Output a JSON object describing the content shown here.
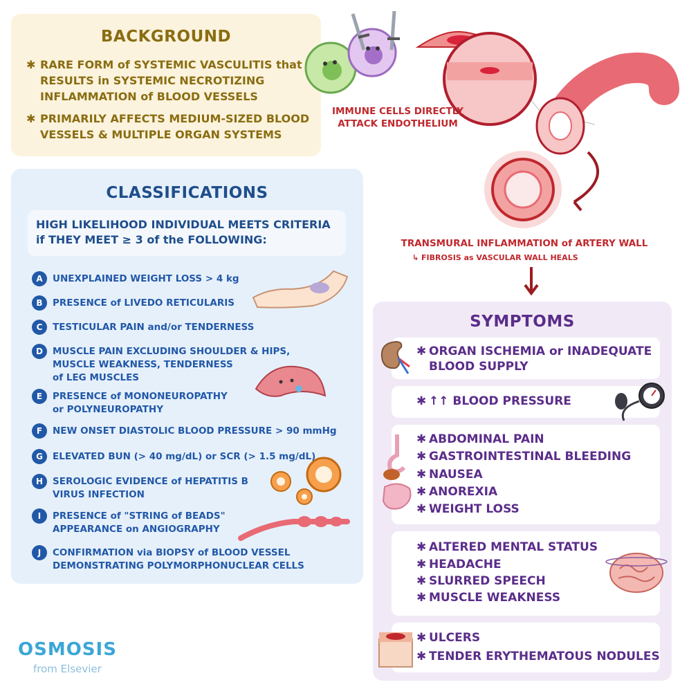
{
  "background": {
    "title": "BACKGROUND",
    "bullets": [
      "RARE FORM of SYSTEMIC VASCULITIS that RESULTS in SYSTEMIC NECROTIZING INFLAMMATION of BLOOD VESSELS",
      "PRIMARILY AFFECTS MEDIUM-SIZED BLOOD VESSELS & MULTIPLE ORGAN SYSTEMS"
    ]
  },
  "pathophysiology": {
    "immune_label": "IMMUNE CELLS DIRECTLY ATTACK ENDOTHELIUM",
    "transmural_label": "TRANSMURAL INFLAMMATION of ARTERY WALL",
    "fibrosis_label": "↳ FIBROSIS as VASCULAR WALL HEALS"
  },
  "classifications": {
    "title": "CLASSIFICATIONS",
    "intro_line1": "HIGH LIKELIHOOD INDIVIDUAL MEETS CRITERIA",
    "intro_line2": "if THEY MEET ≥ 3 of the FOLLOWING:",
    "criteria": [
      {
        "letter": "A",
        "line1": "UNEXPLAINED WEIGHT LOSS > 4 kg",
        "line2": "",
        "line3": ""
      },
      {
        "letter": "B",
        "line1": "PRESENCE of LIVEDO RETICULARIS",
        "line2": "",
        "line3": ""
      },
      {
        "letter": "C",
        "line1": "TESTICULAR PAIN and/or TENDERNESS",
        "line2": "",
        "line3": ""
      },
      {
        "letter": "D",
        "line1": "MUSCLE PAIN EXCLUDING SHOULDER & HIPS,",
        "line2": "MUSCLE  WEAKNESS, TENDERNESS",
        "line3": "of LEG MUSCLES"
      },
      {
        "letter": "E",
        "line1": "PRESENCE of MONONEUROPATHY",
        "line2": "or POLYNEUROPATHY",
        "line3": ""
      },
      {
        "letter": "F",
        "line1": "NEW ONSET DIASTOLIC BLOOD PRESSURE > 90 mmHg",
        "line2": "",
        "line3": ""
      },
      {
        "letter": "G",
        "line1": "ELEVATED BUN (> 40 mg/dL) or SCR (> 1.5 mg/dL)",
        "line2": "",
        "line3": ""
      },
      {
        "letter": "H",
        "line1": "SEROLOGIC EVIDENCE of HEPATITIS B",
        "line2": "VIRUS INFECTION",
        "line3": ""
      },
      {
        "letter": "I",
        "line1": "PRESENCE of \"STRING of BEADS\"",
        "line2": "APPEARANCE on ANGIOGRAPHY",
        "line3": ""
      },
      {
        "letter": "J",
        "line1": "CONFIRMATION via BIOPSY of BLOOD VESSEL",
        "line2": "DEMONSTRATING POLYMORPHONUCLEAR CELLS",
        "line3": ""
      }
    ]
  },
  "symptoms": {
    "title": "SYMPTOMS",
    "groups": [
      {
        "items": [
          "ORGAN ISCHEMIA or INADEQUATE",
          "BLOOD SUPPLY"
        ]
      },
      {
        "items": [
          "↑↑ BLOOD PRESSURE"
        ]
      },
      {
        "items": [
          "ABDOMINAL PAIN",
          "GASTROINTESTINAL BLEEDING",
          "NAUSEA",
          "ANOREXIA",
          "WEIGHT LOSS"
        ]
      },
      {
        "items": [
          "ALTERED MENTAL STATUS",
          "HEADACHE",
          "SLURRED SPEECH",
          "MUSCLE WEAKNESS"
        ]
      },
      {
        "items": [
          "ULCERS",
          "TENDER ERYTHEMATOUS NODULES"
        ]
      }
    ]
  },
  "logo": {
    "name": "OSMOSIS",
    "sub": "from Elsevier"
  },
  "colors": {
    "background_gold": "#8a6d12",
    "classification_blue": "#2158a8",
    "symptoms_purple": "#5b2d8a",
    "artery_red": "#c0282d"
  },
  "icons": [
    "immune-cells-icon",
    "sword-icon",
    "endothelium-icon",
    "artery-icon",
    "inflamed-artery-icon",
    "arrow-down-icon",
    "arm-livedo-icon",
    "muscle-icon",
    "virus-icon",
    "beaded-vessel-icon",
    "kidney-icon",
    "bp-cuff-icon",
    "gi-tract-icon",
    "brain-icon",
    "skin-ulcer-icon"
  ]
}
